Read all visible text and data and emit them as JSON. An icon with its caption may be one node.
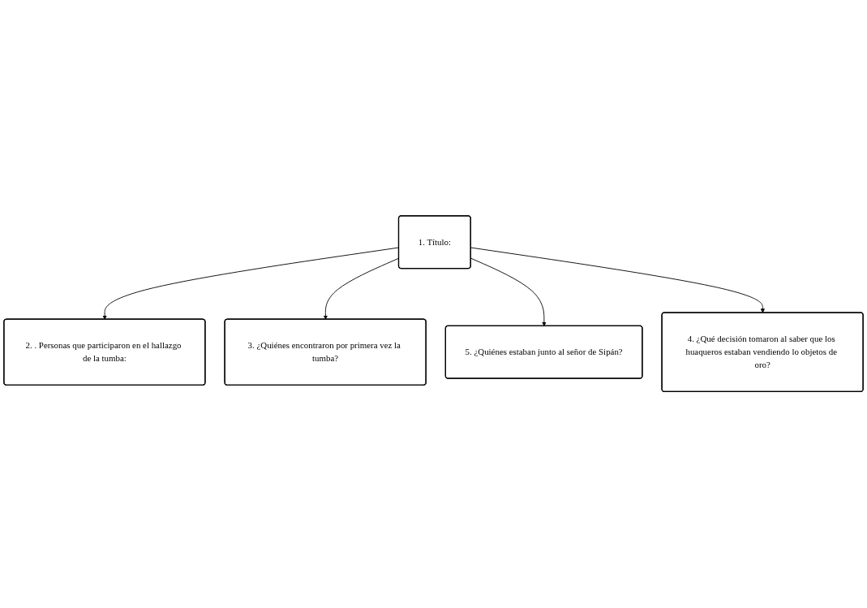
{
  "diagram": {
    "nodes": [
      {
        "text": [
          "2. . Personas que participaron en el hallazgo de la tumba:"
        ]
      },
      {
        "text": [
          "3. ¿Quiénes encontraron por primera vez la tumba?"
        ]
      },
      {
        "text": [
          "1. Título:"
        ]
      },
      {
        "text": [
          "5. ¿Quiénes estaban junto al señor de Sipán?"
        ]
      },
      {
        "text": [
          "4. ¿Qué decisión tomaron al saber que los huaqueros estaban vendiendo lo objetos de oro?"
        ]
      }
    ],
    "edges": [
      {
        "from": 2,
        "to": 0,
        "arrow": "to"
      },
      {
        "from": 2,
        "to": 1,
        "arrow": "to"
      },
      {
        "from": 2,
        "to": 3,
        "arrow": "to"
      },
      {
        "from": 2,
        "to": 4,
        "arrow": "to"
      }
    ]
  }
}
